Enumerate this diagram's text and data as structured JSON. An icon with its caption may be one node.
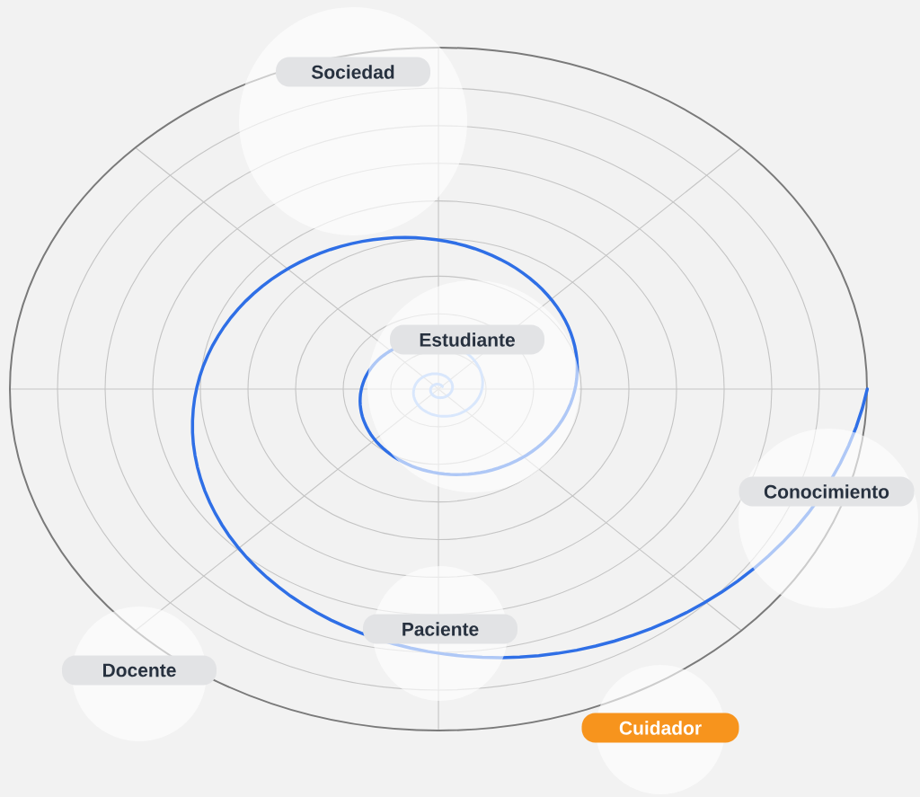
{
  "diagram": {
    "nodes": [
      {
        "text": [
          "Sociedad"
        ]
      },
      {
        "text": [
          "Estudiante"
        ]
      },
      {
        "text": [
          "Conocimiento"
        ]
      },
      {
        "text": [
          "Paciente"
        ]
      },
      {
        "text": [
          "Docente"
        ]
      },
      {
        "text": [
          "Cuidador"
        ]
      }
    ]
  }
}
